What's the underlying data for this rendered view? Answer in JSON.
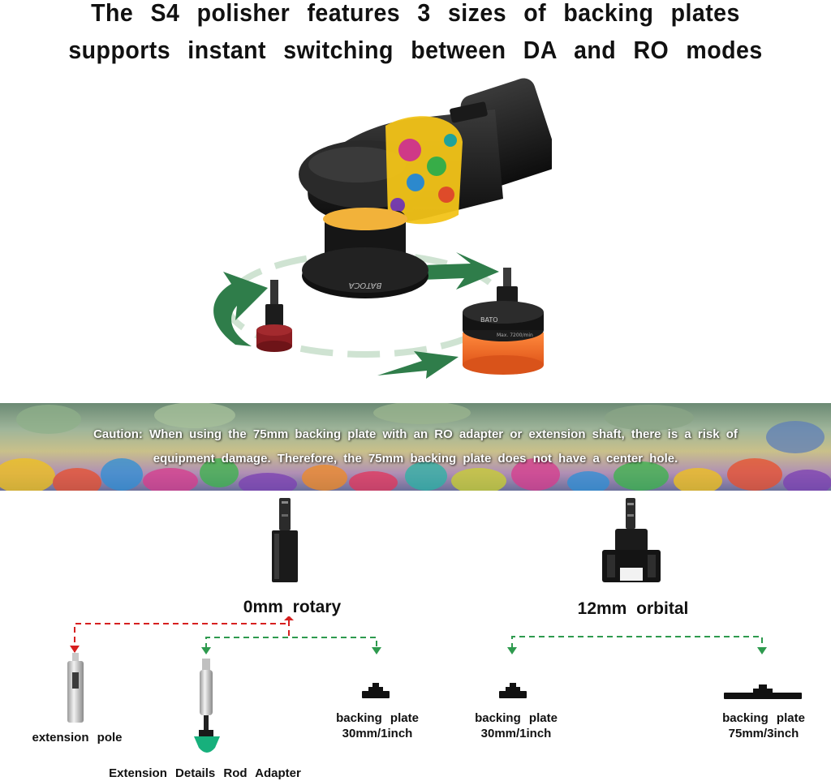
{
  "header": {
    "line1": "The S4 polisher features 3 sizes of backing plates",
    "line2": "supports instant switching between DA and RO modes"
  },
  "hero": {
    "brand_on_plate": "BATOCA",
    "pad_label": "BATO",
    "pad_size_text": "Max. 7200/min",
    "colors": {
      "arrow_green": "#2f7d4a",
      "pad_orange": "#f26a21",
      "sand_red": "#8c1d22"
    }
  },
  "banner": {
    "caution_line1": "Caution: When using the 75mm backing plate with an RO adapter or extension shaft, there is a risk of",
    "caution_line2": "equipment damage. Therefore, the 75mm backing plate does not have a center hole."
  },
  "rotary": {
    "title": "0mm rotary",
    "items": [
      {
        "label": "extension pole"
      },
      {
        "label": "Extension Details Rod Adapter"
      },
      {
        "label_line1": "backing plate",
        "label_line2": "30mm/1inch"
      }
    ],
    "colors": {
      "red_dash": "#d62020",
      "green_dash": "#2e9a4e"
    }
  },
  "orbital": {
    "title": "12mm orbital",
    "items": [
      {
        "label_line1": "backing plate",
        "label_line2": "30mm/1inch"
      },
      {
        "label_line1": "backing plate",
        "label_line2": "75mm/3inch"
      }
    ]
  }
}
